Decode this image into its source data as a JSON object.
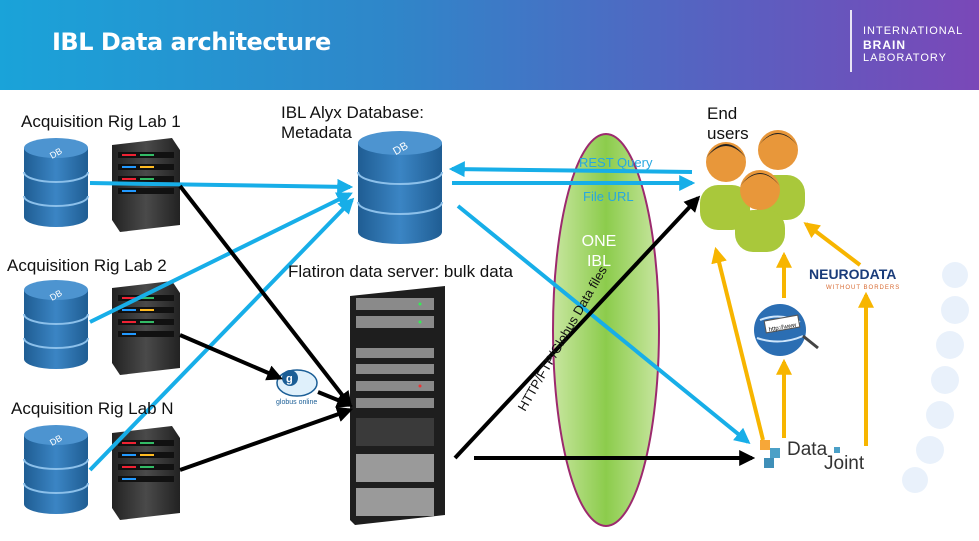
{
  "header": {
    "title": "IBL Data architecture",
    "logo_lines": [
      "INTERNATIONAL",
      "BRAIN",
      "LABORATORY"
    ]
  },
  "labels": {
    "acq1": "Acquisition  Rig Lab 1",
    "acq2": "Acquisition  Rig Lab 2",
    "acqN": "Acquisition  Rig Lab N",
    "alyx": "IBL Alyx Database: Metadata",
    "flatiron": "Flatiron data server: bulk data",
    "end_users": "End users",
    "rest_query": "REST Query",
    "file_url": "File URL",
    "one_ibl": "ONE IBL",
    "http_files": "HTTP/FTP/Globus Data files",
    "db_badge": "DB",
    "globus": "globus online",
    "neurodata": "NEURODATA",
    "neurodata_sub": "WITHOUT BORDERS",
    "datajoint_1": "Data",
    "datajoint_2": "Joint",
    "web_tag": "http://www"
  },
  "colors": {
    "blue_arrow": "#17aee8",
    "black_arrow": "#000000",
    "gold_arrow": "#f7b500",
    "ellipse_fill": "#a6d96a",
    "ellipse_stroke": "#9c2a6e",
    "db_blue": "#2d6fa8"
  }
}
